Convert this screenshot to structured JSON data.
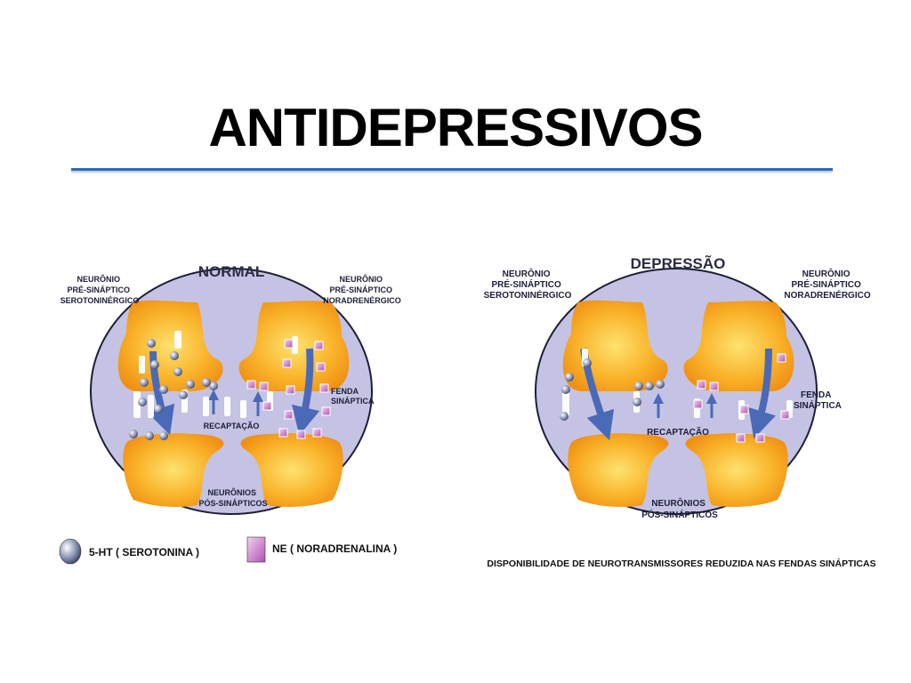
{
  "slide": {
    "title": "ANTIDEPRESSIVOS"
  },
  "panels": [
    {
      "heading": "NORMAL",
      "pre_left": [
        "NEURÔNIO",
        "PRÉ-SINÁPTICO",
        "SEROTONINÉRGICO"
      ],
      "pre_right": [
        "NEURÔNIO",
        "PRÉ-SINÁPTICO",
        "NORADRENÉRGICO"
      ],
      "cleft": [
        "FENDA",
        "SINÁPTICA"
      ],
      "reuptake": "RECAPTAÇÃO",
      "post": [
        "NEURÔNIOS",
        "PÓS-SINÁPTICOS"
      ]
    },
    {
      "heading": "DEPRESSÃO",
      "pre_left": [
        "NEURÔNIO",
        "PRÉ-SINÁPTICO",
        "SEROTONINÉRGICO"
      ],
      "pre_right": [
        "NEURÔNIO",
        "PRÉ-SINÁPTICO",
        "NORADRENÉRGICO"
      ],
      "cleft": [
        "FENDA",
        "SINÁPTICA"
      ],
      "reuptake": "RECAPTAÇÃO",
      "post": [
        "NEURÔNIOS",
        "PÓS-SINÁPTICOS"
      ]
    }
  ],
  "legend": {
    "serotonin": "5-HT ( SEROTONINA )",
    "noradrenaline": "NE ( NORADRENALINA )"
  },
  "caption": "DISPONIBILIDADE DE NEUROTRANSMISSORES REDUZIDA NAS FENDAS SINÁPTICAS",
  "colors": {
    "title_rule": "#1f6fc4",
    "ellipse_fill": "#c4c3e4",
    "neuron": "#f7a21c",
    "arrow": "#4a6ab8",
    "serotonin": "#7e88a8",
    "noradrenaline": "#c070c0"
  }
}
